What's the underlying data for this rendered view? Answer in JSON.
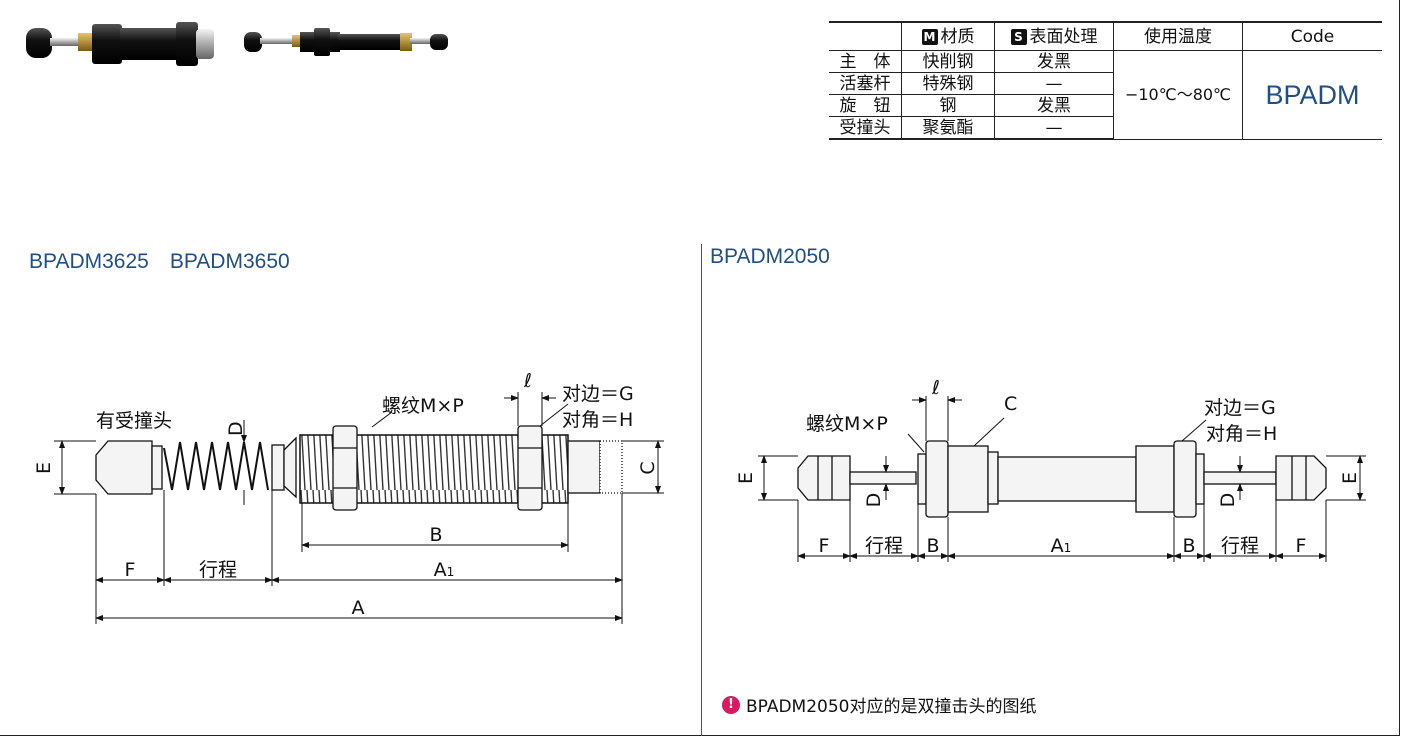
{
  "spec_table": {
    "header": {
      "blank": "",
      "material_badge": "M",
      "material": "材质",
      "surface_badge": "S",
      "surface": "表面处理",
      "temperature": "使用温度",
      "code": "Code"
    },
    "rows": [
      {
        "part": "主　体",
        "material": "快削钢",
        "surface": "发黑"
      },
      {
        "part": "活塞杆",
        "material": "特殊钢",
        "surface": "—"
      },
      {
        "part": "旋　钮",
        "material": "钢",
        "surface": "发黑"
      },
      {
        "part": "受撞头",
        "material": "聚氨酯",
        "surface": "—"
      }
    ],
    "temperature_value": "−10℃～80℃",
    "code_value": "BPADM"
  },
  "left_diagram": {
    "title": "BPADM3625　BPADM3650",
    "label_head": "有受撞头",
    "label_thread": "螺纹M×P",
    "label_across_flats": "对边＝G",
    "label_across_corners": "对角＝H",
    "label_l": "ℓ",
    "label_d": "D",
    "label_e": "E",
    "label_c": "C",
    "label_b": "B",
    "label_f": "F",
    "label_stroke": "行程",
    "label_a1_main": "A",
    "label_a1_sub": "1",
    "label_a": "A"
  },
  "right_diagram": {
    "title": "BPADM2050",
    "label_thread": "螺纹M×P",
    "label_across_flats": "对边＝G",
    "label_across_corners": "对角＝H",
    "label_l": "ℓ",
    "label_c": "C",
    "label_d": "D",
    "label_e": "E",
    "label_b": "B",
    "label_f": "F",
    "label_stroke": "行程",
    "label_a1_main": "A",
    "label_a1_sub": "1",
    "label_d_right": "D",
    "label_e_right": "E"
  },
  "note": {
    "icon": "exclamation-icon",
    "text": "BPADM2050对应的是双撞击头的图纸"
  }
}
